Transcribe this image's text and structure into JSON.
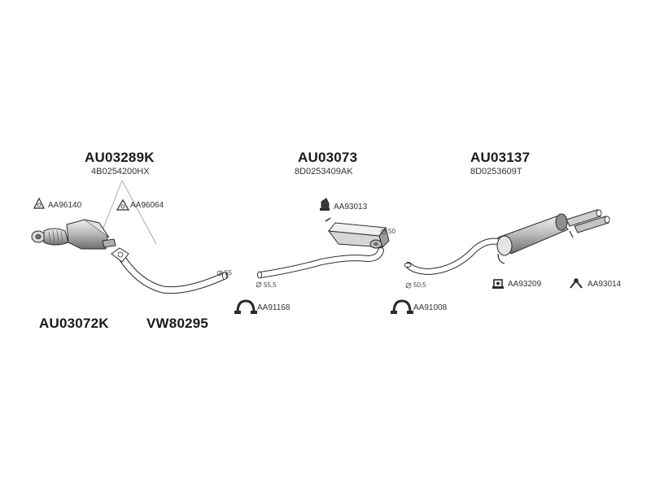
{
  "groups": {
    "catalyst": {
      "code": "AU03289K",
      "oem": "4B0254200HX"
    },
    "center": {
      "code": "AU03073",
      "oem": "8D0253409AK"
    },
    "rear": {
      "code": "AU03137",
      "oem": "8D0253609T"
    }
  },
  "part_codes": {
    "front_pipe_kit": "AU03072K",
    "front_pipe": "VW80295"
  },
  "accessories": {
    "aa96140": "AA96140",
    "aa96064": "AA96064",
    "aa93013": "AA93013",
    "aa91168": "AA91168",
    "aa91008": "AA91008",
    "aa93209": "AA93209",
    "aa93014": "AA93014"
  },
  "diameters": {
    "d55": "55",
    "d55_5": "55,5",
    "d50": "50",
    "d50_5": "50,5"
  },
  "colors": {
    "line": "#2b2b2b",
    "part_fill": "#cfcfcf",
    "part_dark": "#8a8a8a",
    "leader": "#999999"
  }
}
